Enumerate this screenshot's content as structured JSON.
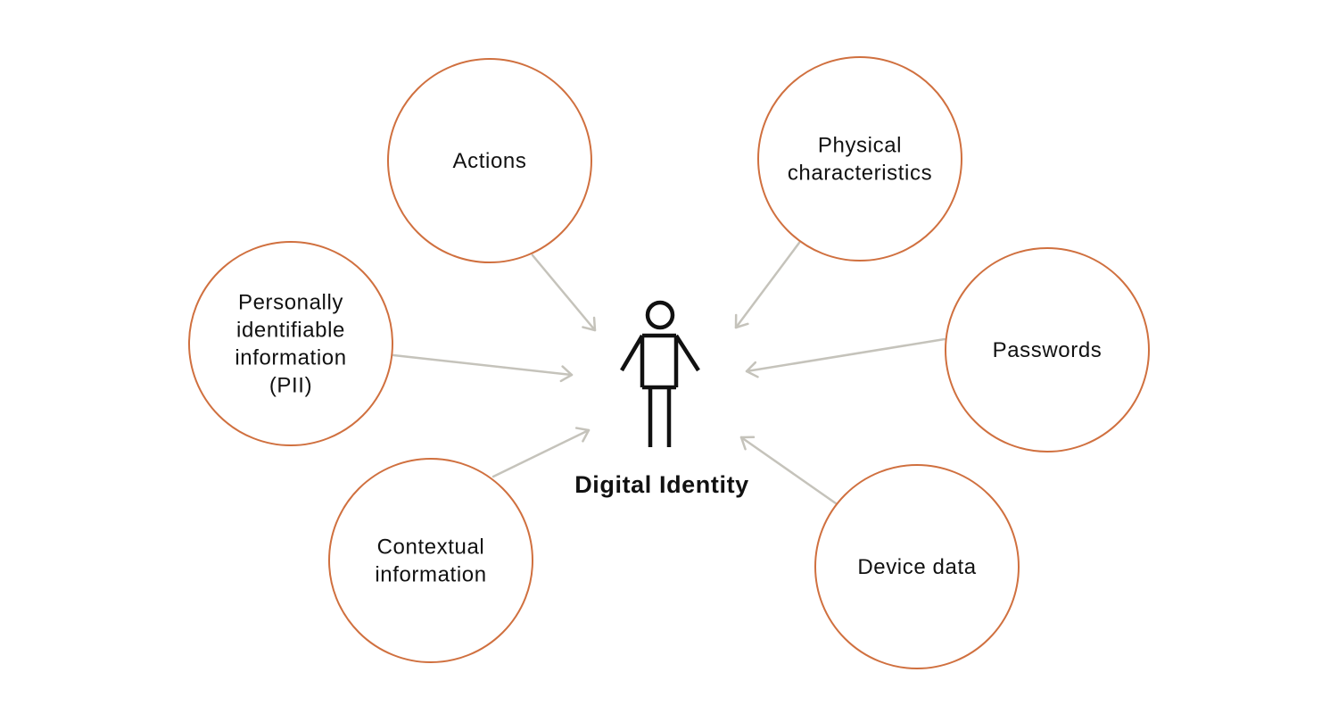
{
  "diagram": {
    "center_label": "Digital Identity",
    "center_icon": "person-icon",
    "nodes": [
      {
        "id": "actions",
        "lines": [
          "Actions"
        ]
      },
      {
        "id": "physical-characteristics",
        "lines": [
          "Physical",
          "characteristics"
        ]
      },
      {
        "id": "pii",
        "lines": [
          "Personally",
          "identifiable",
          "information",
          "(PII)"
        ]
      },
      {
        "id": "passwords",
        "lines": [
          "Passwords"
        ]
      },
      {
        "id": "contextual-information",
        "lines": [
          "Contextual",
          "information"
        ]
      },
      {
        "id": "device-data",
        "lines": [
          "Device data"
        ]
      }
    ],
    "edges": [
      {
        "from": "actions",
        "to": "center"
      },
      {
        "from": "physical-characteristics",
        "to": "center"
      },
      {
        "from": "pii",
        "to": "center"
      },
      {
        "from": "passwords",
        "to": "center"
      },
      {
        "from": "contextual-information",
        "to": "center"
      },
      {
        "from": "device-data",
        "to": "center"
      }
    ]
  },
  "colors": {
    "circle_stroke": "#d0703f",
    "arrow": "#c5c3bb",
    "icon": "#111111",
    "text": "#111111",
    "background": "#ffffff"
  }
}
